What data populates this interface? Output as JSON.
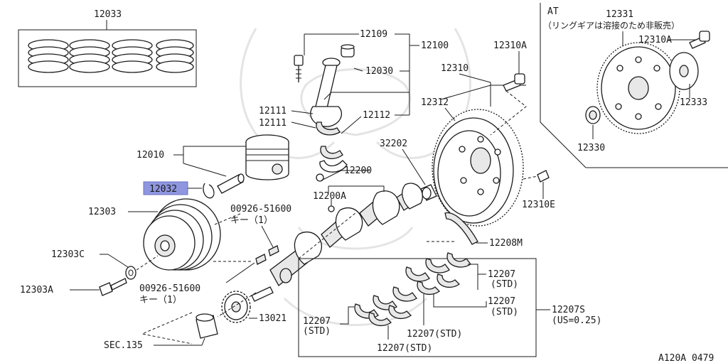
{
  "diagram": {
    "highlight_color": "#8f96e0",
    "line_color": "#1a1a1a",
    "labels": {
      "p12033": "12033",
      "p12109": "12109",
      "p12100": "12100",
      "p12030": "12030",
      "p12111a": "12111",
      "p12111b": "12111",
      "p12112": "12112",
      "p12010": "12010",
      "p12032": "12032",
      "p12303": "12303",
      "p12303c": "12303C",
      "p12303a": "12303A",
      "p00926a": "00926-51600",
      "p00926a_sub": "キー（1）",
      "p00926b": "00926-51600",
      "p00926b_sub": "キー（1）",
      "p13021": "13021",
      "sec135": "SEC.135",
      "p12200": "12200",
      "p12200a": "12200A",
      "p32202": "32202",
      "p12310a_top": "12310A",
      "p12310": "12310",
      "p12312": "12312",
      "p12310e": "12310E",
      "p12208m": "12208M",
      "p12207_r1": "12207",
      "std_r1": "(STD)",
      "p12207_r2": "12207",
      "std_r2": "(STD)",
      "p12207s": "12207S",
      "us025": "(US=0.25)",
      "p12207_l": "12207",
      "std_l": "(STD)",
      "p12207_std_c": "12207(STD)",
      "p12207_std_b": "12207(STD)",
      "at": "AT",
      "p12331": "12331",
      "ring_note": "（リングギアは溶接のため非販売）",
      "p12310a_at": "12310A",
      "p12333": "12333",
      "p12330": "12330",
      "figure_code": "A120A 0479"
    }
  }
}
